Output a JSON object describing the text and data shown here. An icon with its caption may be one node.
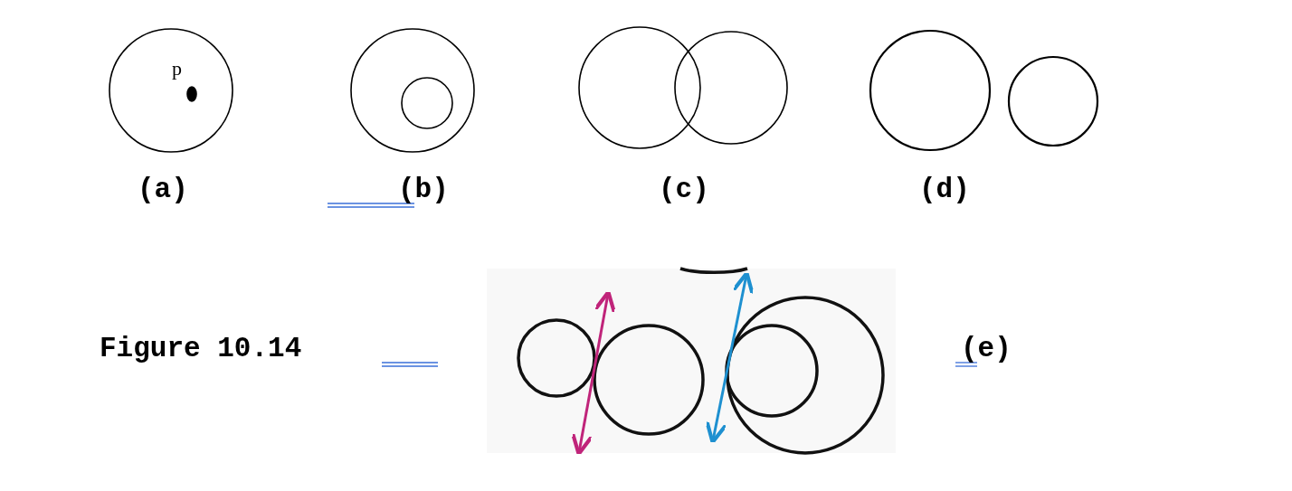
{
  "diagram": {
    "caption": "Figure 10.14",
    "labels": [
      "p",
      "(a)",
      "(b)",
      "(c)",
      "(d)",
      "(e)"
    ]
  }
}
